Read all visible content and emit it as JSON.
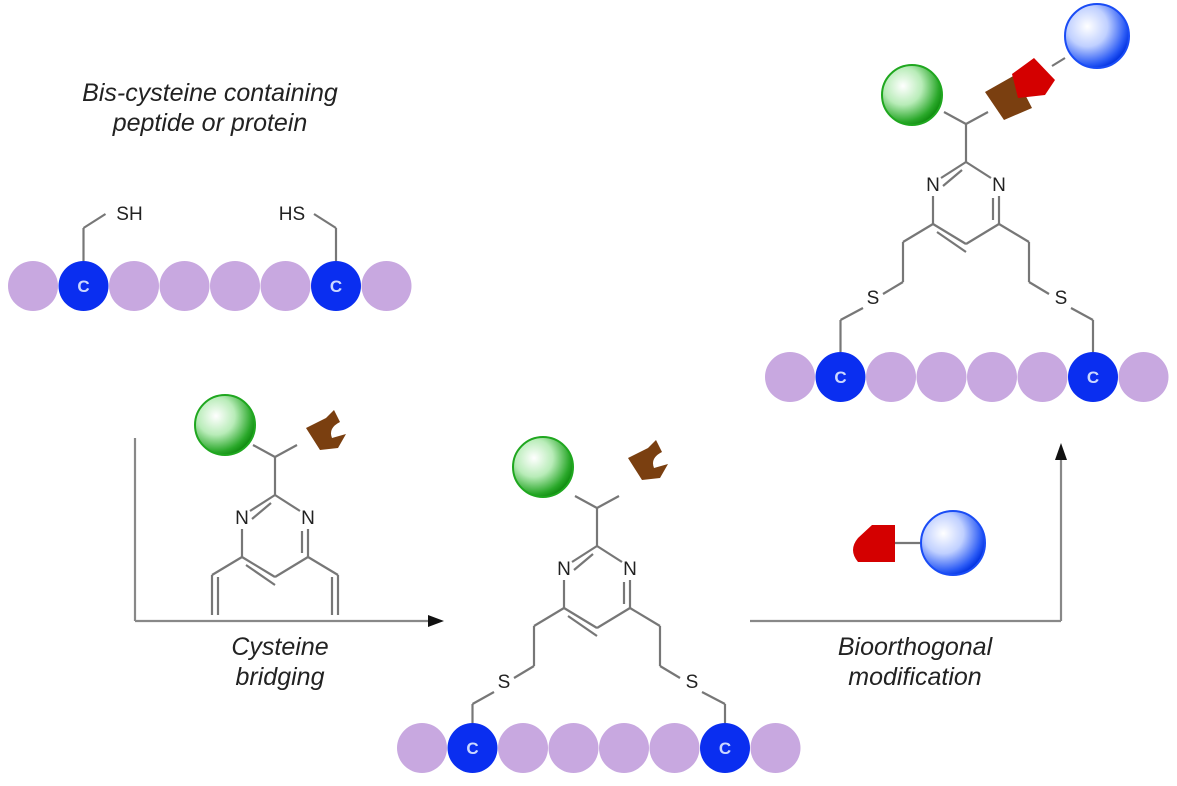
{
  "diagram": {
    "title_label": "Bis-cysteine containing peptide or protein",
    "title_line1": "Bis-cysteine containing",
    "title_line2": "peptide or protein",
    "step1": {
      "line1": "Cysteine",
      "line2": "bridging"
    },
    "step2": {
      "line1": "Bioorthogonal",
      "line2": "modification"
    },
    "atoms": {
      "thiol": "SH",
      "thiol_rev": "HS",
      "nitrogen": "N",
      "sulfur": "S",
      "cysteine": "C"
    },
    "colors": {
      "residue": "#c8a8e0",
      "cysteine": "#0a2ef0",
      "green_ball": "#1fa71f",
      "blue_ball": "#1a4cf5",
      "handle_brown": "#7a3f10",
      "partner_red": "#d40000",
      "bond": "#777777"
    },
    "chain_residue_count": 8,
    "cysteine_positions": [
      2,
      7
    ]
  }
}
